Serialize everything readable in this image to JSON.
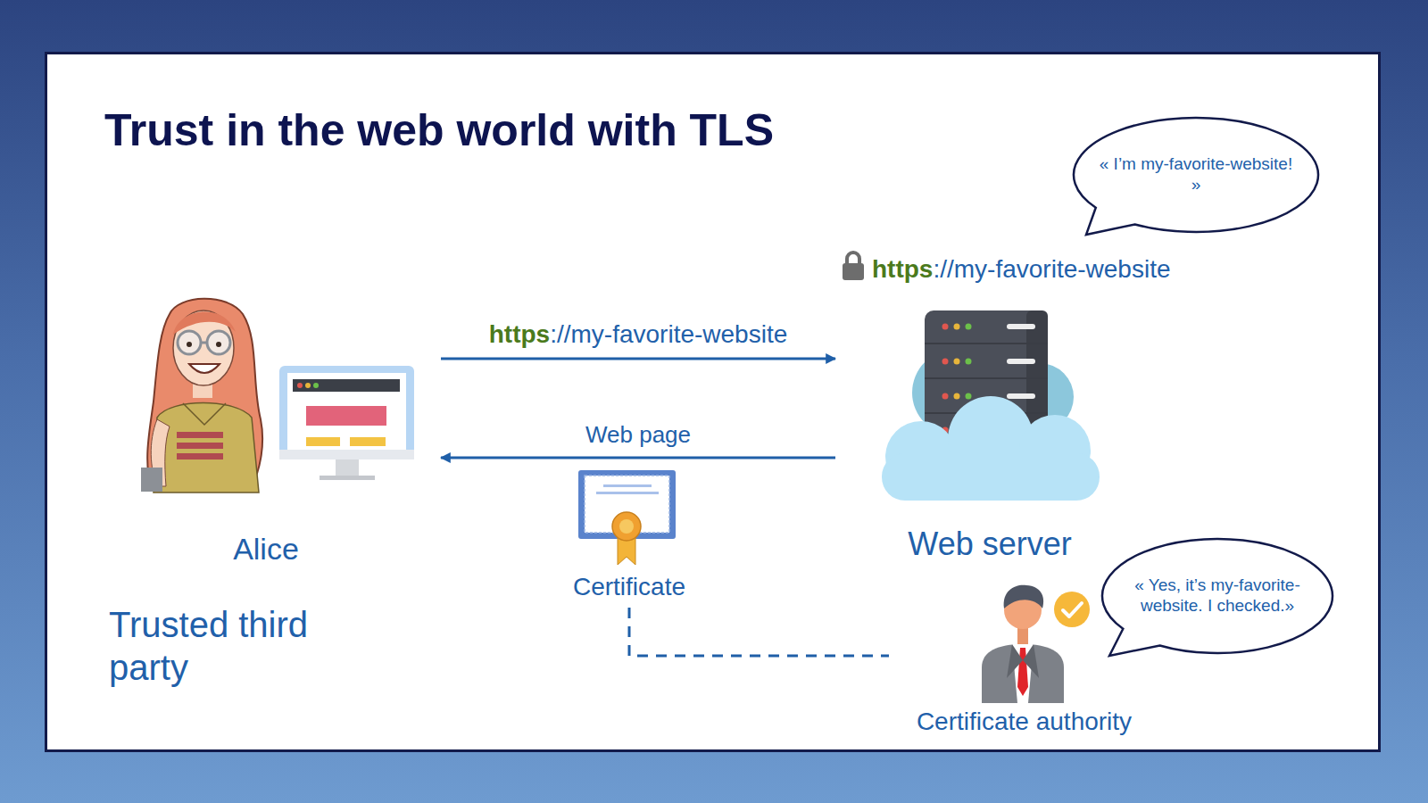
{
  "diagram": {
    "title": "Trust in the web world with TLS",
    "nodes": [
      {
        "text": [
          "Alice"
        ]
      },
      {
        "text": [
          "Web server"
        ]
      },
      {
        "text": [
          "Certificate"
        ]
      },
      {
        "text": [
          "Certificate authority"
        ]
      },
      {
        "text": [
          "« I’m my-favorite-website! »"
        ]
      },
      {
        "text": [
          "« Yes, it’s my-favorite-website. I checked.»"
        ]
      }
    ],
    "edges": [
      {
        "from": 0,
        "to": 1,
        "label": "https://my-favorite-website",
        "arrow": "to"
      },
      {
        "from": 1,
        "to": 0,
        "label": "Web page",
        "arrow": "to"
      },
      {
        "from": 2,
        "to": 3,
        "arrow": "none"
      }
    ],
    "labels": [
      "https://my-favorite-website",
      "Trusted third party"
    ]
  }
}
